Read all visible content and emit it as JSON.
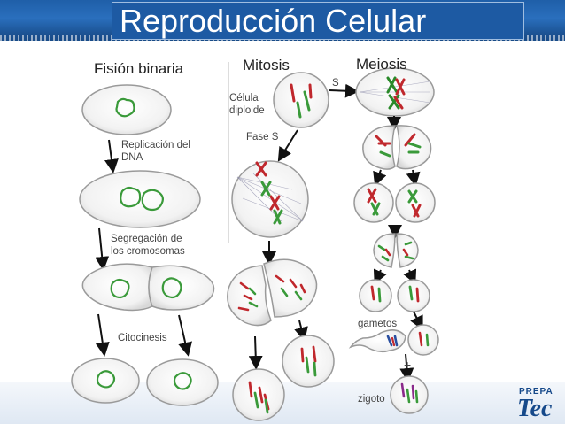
{
  "title": "Reproducción Celular",
  "columns": {
    "binary": "Fisión binaria",
    "mitosis": "Mitosis",
    "meiosis": "Meiosis"
  },
  "binary_steps": {
    "replication_line1": "Replicación del",
    "replication_line2": "DNA",
    "segregation_line1": "Segregación de",
    "segregation_line2": "los cromosomas",
    "cytokinesis": "Citocinesis"
  },
  "mitosis_labels": {
    "cell_line1": "Célula",
    "cell_line2": "diploide",
    "phase": "Fase S"
  },
  "meiosis_labels": {
    "s": "S",
    "gametes": "gametos",
    "plus": "+",
    "zygote": "zigoto"
  },
  "logo": {
    "line1": "PREPA",
    "line2": "Tec"
  },
  "colors": {
    "header": "#1d5aa3",
    "chromosome_green": "#3a9a3a",
    "chromosome_red": "#c0282d",
    "chromosome_blue": "#2a4fa0",
    "chromosome_purple": "#8a2a8a",
    "cell_outline": "#9a9a9a"
  }
}
